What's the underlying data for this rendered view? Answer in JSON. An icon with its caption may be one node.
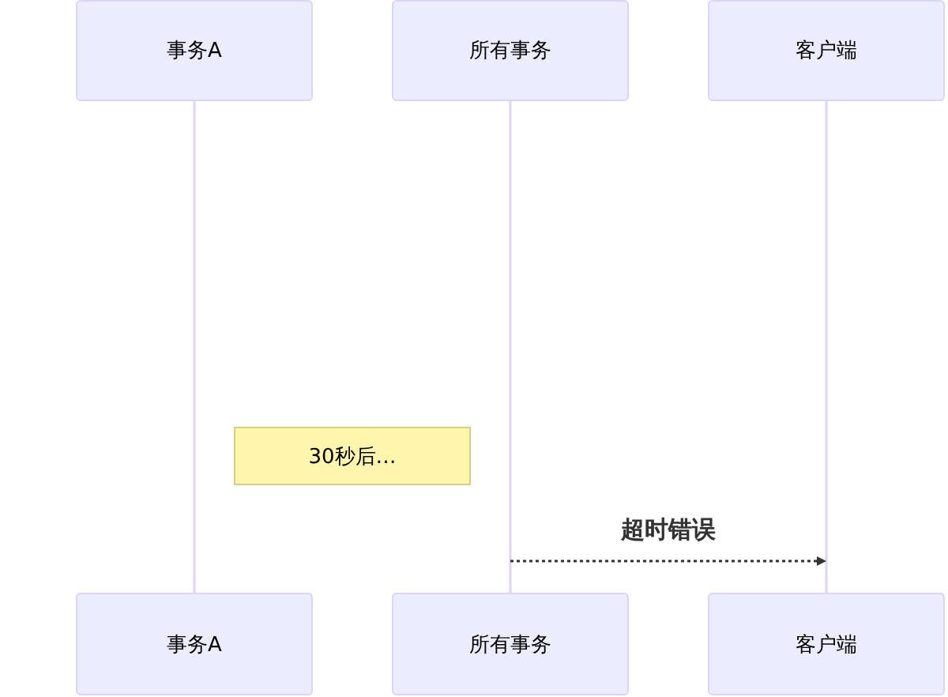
{
  "diagram": {
    "nodes": [
      {
        "text": [
          "事务A"
        ]
      },
      {
        "text": [
          "所有事务"
        ]
      },
      {
        "text": [
          "客户端"
        ]
      },
      {
        "text": [
          "30秒后…"
        ]
      },
      {
        "text": [
          "事务A"
        ]
      },
      {
        "text": [
          "所有事务"
        ]
      },
      {
        "text": [
          "客户端"
        ]
      }
    ],
    "edges": [
      {
        "from": 0,
        "to": 4,
        "arrow": "none"
      },
      {
        "from": 1,
        "to": 5,
        "arrow": "none"
      },
      {
        "from": 2,
        "to": 6,
        "arrow": "none"
      },
      {
        "from": 5,
        "to": 6,
        "arrow": "to",
        "label": "超时错误",
        "style": "dashed",
        "color": "#333333"
      }
    ]
  }
}
